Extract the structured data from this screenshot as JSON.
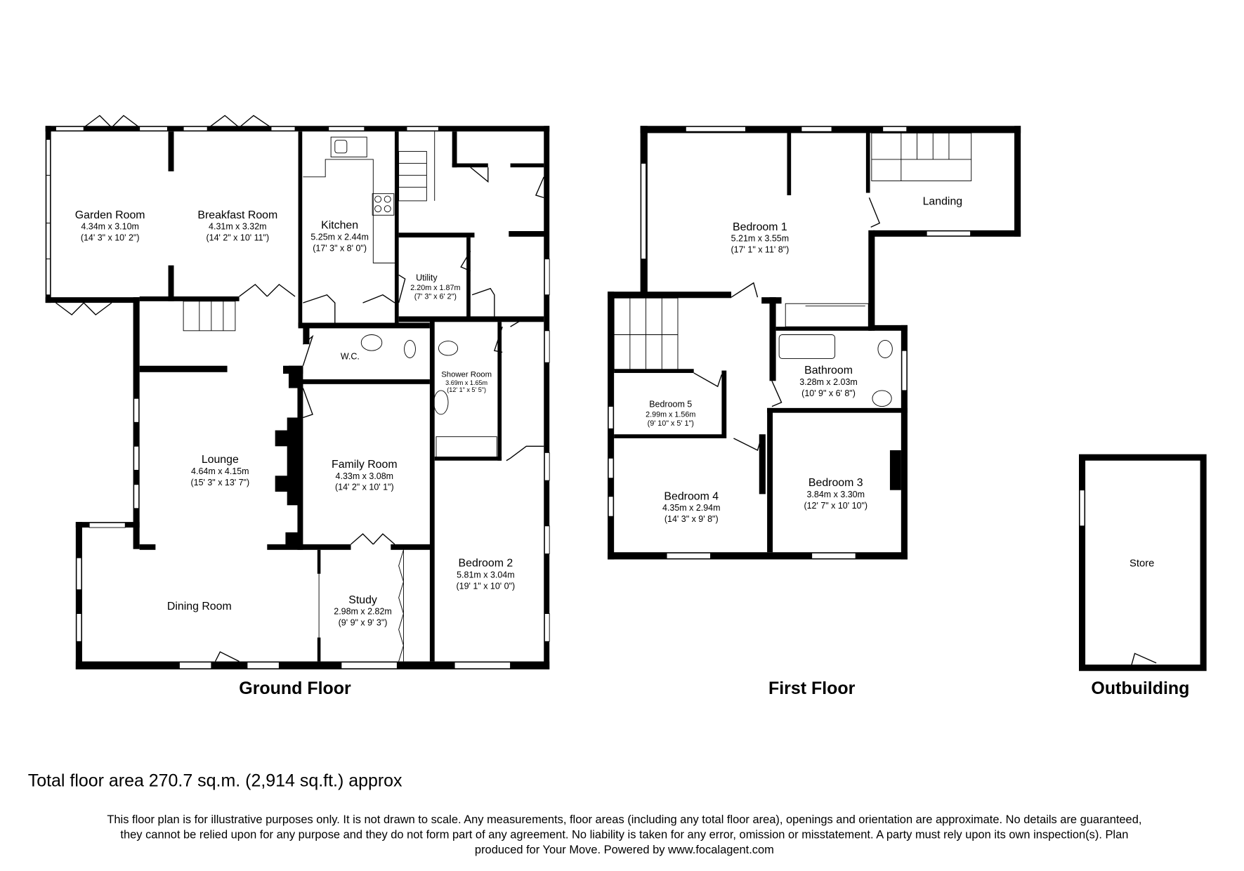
{
  "floors": [
    {
      "name": "Ground Floor",
      "rooms": [
        {
          "name": "Garden Room",
          "dim_m": "4.34m x 3.10m",
          "dim_ft": "(14' 3\" x 10' 2\")"
        },
        {
          "name": "Breakfast Room",
          "dim_m": "4.31m x 3.32m",
          "dim_ft": "(14' 2\" x 10' 11\")"
        },
        {
          "name": "Kitchen",
          "dim_m": "5.25m x 2.44m",
          "dim_ft": "(17' 3\" x 8' 0\")"
        },
        {
          "name": "Utility",
          "dim_m": "2.20m x 1.87m",
          "dim_ft": "(7' 3\" x 6' 2\")"
        },
        {
          "name": "W.C."
        },
        {
          "name": "Shower Room",
          "dim_m": "3.69m x 1.65m",
          "dim_ft": "(12' 1\" x 5' 5\")"
        },
        {
          "name": "Lounge",
          "dim_m": "4.64m x 4.15m",
          "dim_ft": "(15' 3\" x 13' 7\")"
        },
        {
          "name": "Family Room",
          "dim_m": "4.33m x 3.08m",
          "dim_ft": "(14' 2\" x 10' 1\")"
        },
        {
          "name": "Dining Room"
        },
        {
          "name": "Study",
          "dim_m": "2.98m x 2.82m",
          "dim_ft": "(9' 9\" x 9' 3\")"
        },
        {
          "name": "Bedroom 2",
          "dim_m": "5.81m x 3.04m",
          "dim_ft": "(19' 1\" x 10' 0\")"
        }
      ]
    },
    {
      "name": "First Floor",
      "rooms": [
        {
          "name": "Bedroom 1",
          "dim_m": "5.21m x 3.55m",
          "dim_ft": "(17' 1\" x 11' 8\")"
        },
        {
          "name": "Landing"
        },
        {
          "name": "Bathroom",
          "dim_m": "3.28m x 2.03m",
          "dim_ft": "(10' 9\" x 6' 8\")"
        },
        {
          "name": "Bedroom 5",
          "dim_m": "2.99m x 1.56m",
          "dim_ft": "(9' 10\" x 5' 1\")"
        },
        {
          "name": "Bedroom 4",
          "dim_m": "4.35m x 2.94m",
          "dim_ft": "(14' 3\" x 9' 8\")"
        },
        {
          "name": "Bedroom 3",
          "dim_m": "3.84m x 3.30m",
          "dim_ft": "(12' 7\" x 10' 10\")"
        }
      ]
    },
    {
      "name": "Outbuilding",
      "rooms": [
        {
          "name": "Store"
        }
      ]
    }
  ],
  "total_area": "Total floor area 270.7 sq.m. (2,914 sq.ft.) approx",
  "disclaimer": [
    "This floor plan is for illustrative purposes only. It is not drawn to scale. Any measurements, floor areas (including any total floor area), openings and orientation are approximate. No details are guaranteed,",
    "they cannot be relied upon for any purpose and they do not form part of any agreement. No liability is taken for any error, omission or misstatement. A party must rely upon its own inspection(s).  Plan",
    "produced for Your Move. Powered by www.focalagent.com"
  ]
}
